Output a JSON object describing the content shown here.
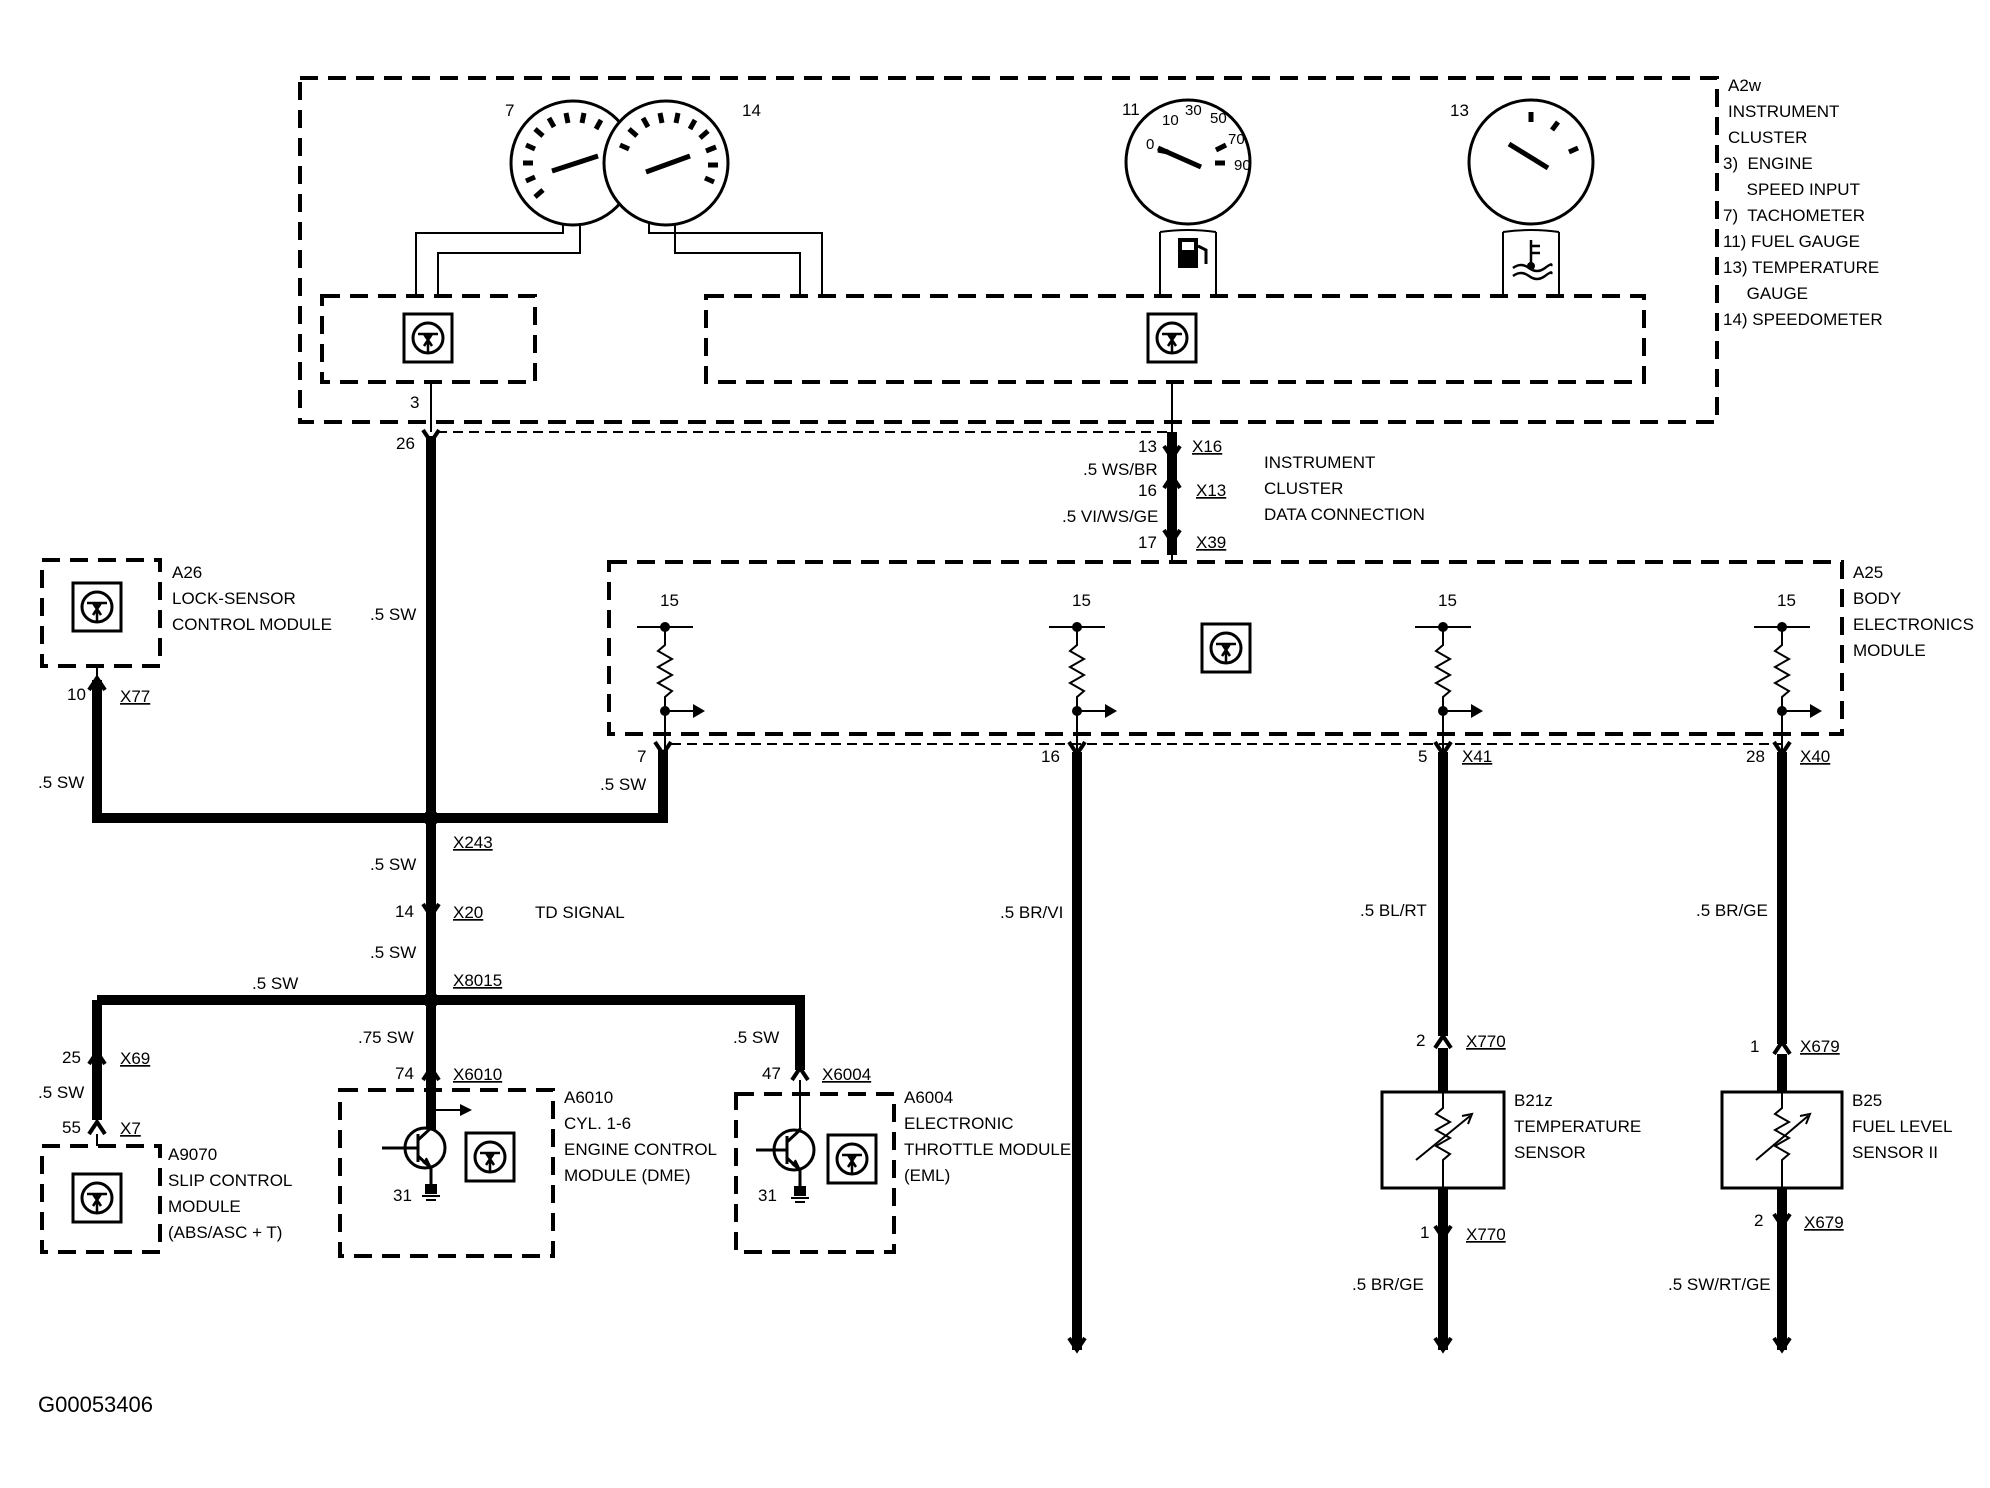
{
  "figure_id": "G00053406",
  "instrument_cluster": {
    "ref": "A2w",
    "title_lines": [
      "INSTRUMENT",
      "CLUSTER"
    ],
    "legend": [
      "3)  ENGINE",
      "     SPEED INPUT",
      "7)  TACHOMETER",
      "11) FUEL GAUGE",
      "13) TEMPERATURE",
      "     GAUGE",
      "14) SPEEDOMETER"
    ],
    "gauges": {
      "tachometer": "7",
      "speedometer": "14",
      "fuel_gauge": "11",
      "temperature_gauge": "13"
    },
    "fuel_scale": [
      "0",
      "10",
      "30",
      "50",
      "70",
      "90"
    ],
    "engine_speed_pin": "3"
  },
  "data_connection": {
    "label_lines": [
      "INSTRUMENT",
      "CLUSTER",
      "DATA CONNECTION"
    ],
    "pins": [
      "13",
      "16",
      "17"
    ],
    "connectors": [
      "X16",
      "X13",
      "X39"
    ],
    "wires": [
      ".5 WS/BR",
      ".5 VI/WS/GE"
    ]
  },
  "cluster_wire": {
    "pin": "26",
    "wire": ".5 SW"
  },
  "lock_sensor": {
    "ref": "A26",
    "name_lines": [
      "LOCK-SENSOR",
      "CONTROL MODULE"
    ],
    "pin": "10",
    "connector": "X77",
    "wire": ".5 SW"
  },
  "body_module": {
    "ref": "A25",
    "name_lines": [
      "BODY",
      "ELECTRONICS",
      "MODULE"
    ],
    "supply_labels": [
      "15",
      "15",
      "15",
      "15"
    ],
    "outputs": [
      {
        "pin": "7",
        "connector": "",
        "wire": ".5 SW"
      },
      {
        "pin": "16",
        "connector": "",
        "wire": ".5 BR/VI"
      },
      {
        "pin": "5",
        "connector": "X41",
        "wire": ".5 BL/RT"
      },
      {
        "pin": "28",
        "connector": "X40",
        "wire": ".5 BR/GE"
      }
    ]
  },
  "splices": {
    "x243": "X243",
    "x8015": "X8015",
    "wire_after_x243": ".5 SW",
    "wire_after_x20": ".5 SW",
    "wire_left": ".5 SW"
  },
  "td_signal": {
    "pin": "14",
    "connector": "X20",
    "label": "TD SIGNAL"
  },
  "slip_control": {
    "ref": "A9070",
    "name_lines": [
      "SLIP CONTROL",
      "MODULE",
      "(ABS/ASC + T)"
    ],
    "pin_top": "25",
    "connector_top": "X69",
    "wire": ".5 SW",
    "pin_bottom": "55",
    "connector_bottom": "X7"
  },
  "engine_module": {
    "ref": "A6010",
    "name_lines": [
      "CYL. 1-6",
      "ENGINE CONTROL",
      "MODULE (DME)"
    ],
    "pin": "74",
    "connector": "X6010",
    "wire": ".75 SW",
    "ground_pin": "31"
  },
  "throttle_module": {
    "ref": "A6004",
    "name_lines": [
      "ELECTRONIC",
      "THROTTLE MODULE",
      "(EML)"
    ],
    "pin": "47",
    "connector": "X6004",
    "wire": ".5 SW",
    "ground_pin": "31"
  },
  "temp_sensor": {
    "ref": "B21z",
    "name_lines": [
      "TEMPERATURE",
      "SENSOR"
    ],
    "pin_top": "2",
    "pin_bottom": "1",
    "connector": "X770",
    "wire_out": ".5 BR/GE"
  },
  "fuel_sensor": {
    "ref": "B25",
    "name_lines": [
      "FUEL LEVEL",
      "SENSOR II"
    ],
    "pin_top": "1",
    "pin_bottom": "2",
    "connector": "X679",
    "wire_out": ".5 SW/RT/GE"
  }
}
